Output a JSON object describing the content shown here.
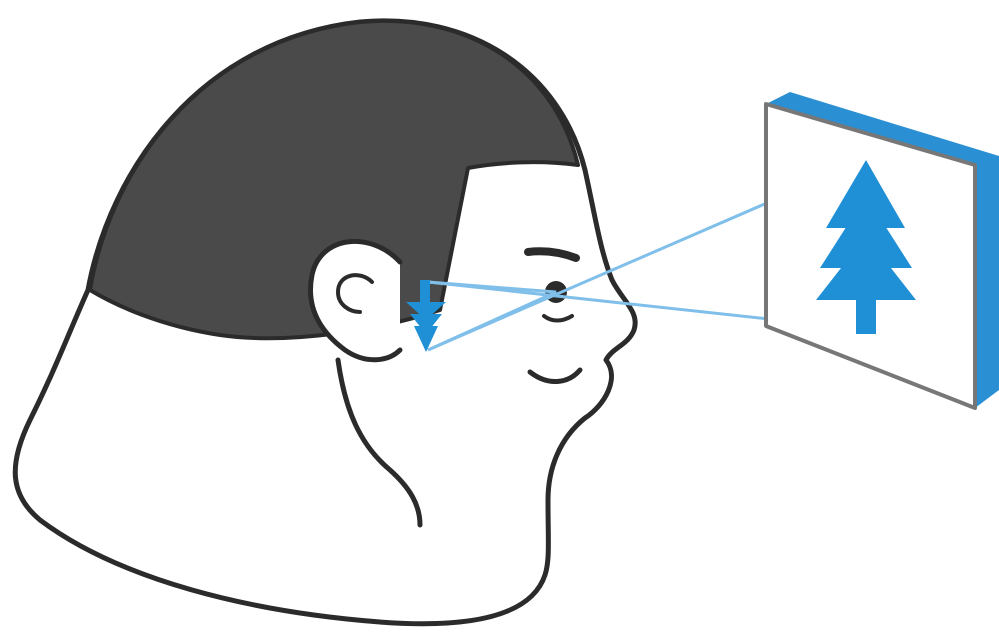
{
  "colors": {
    "background": "#ffffff",
    "outline": "#2b2b2b",
    "hair": "#4a4a4a",
    "skin": "#ffffff",
    "accent_blue": "#1f8fd6",
    "ray_blue": "#7fbfe9",
    "frame_side": "#2b8fd3",
    "frame_edge": "#777777"
  },
  "figure": {
    "subject": "person-head-profile",
    "object_upright": "tree",
    "retinal_image": "inverted-tree",
    "rays": [
      "top-ray",
      "bottom-ray"
    ]
  }
}
